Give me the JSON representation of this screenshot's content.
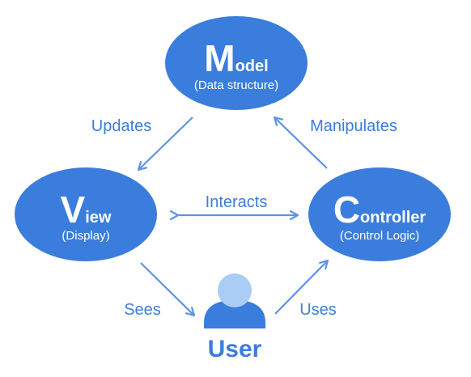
{
  "colors": {
    "node_fill": "#3b7ddd",
    "arrow": "#5b93e6",
    "label": "#3b7ddd",
    "user_head": "#a9cdf5",
    "user_body": "#3b7ddd"
  },
  "nodes": {
    "model": {
      "initial": "M",
      "rest": "odel",
      "subtitle": "(Data structure)"
    },
    "view": {
      "initial": "V",
      "rest": "iew",
      "subtitle": "(Display)"
    },
    "controller": {
      "initial": "C",
      "rest": "ontroller",
      "subtitle": "(Control Logic)"
    }
  },
  "edges": {
    "updates": "Updates",
    "manipulates": "Manipulates",
    "interacts": "Interacts",
    "sees": "Sees",
    "uses": "Uses"
  },
  "user": {
    "label": "User",
    "icon": "user-icon"
  }
}
